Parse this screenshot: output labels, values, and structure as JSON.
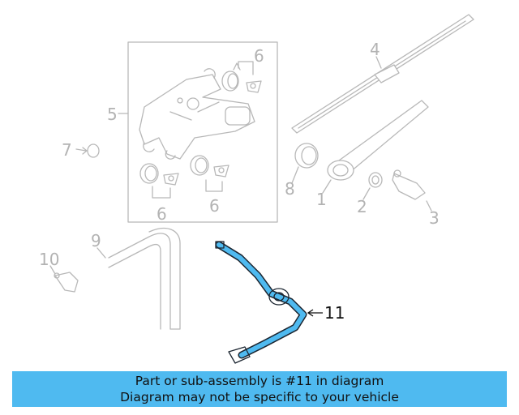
{
  "callouts": {
    "c1": "1",
    "c2": "2",
    "c3": "3",
    "c4": "4",
    "c5": "5",
    "c6a": "6",
    "c6b": "6",
    "c6c": "6",
    "c7": "7",
    "c8": "8",
    "c9": "9",
    "c10": "10",
    "c11": "11"
  },
  "highlighted_part": "11",
  "colors": {
    "highlight": "#4fbaf0",
    "linework": "#b8b8b8",
    "banner": "#4fbaf0"
  },
  "banner": {
    "line1": "Part or sub-assembly is #11 in diagram",
    "line2": "Diagram may not be specific to your vehicle"
  }
}
